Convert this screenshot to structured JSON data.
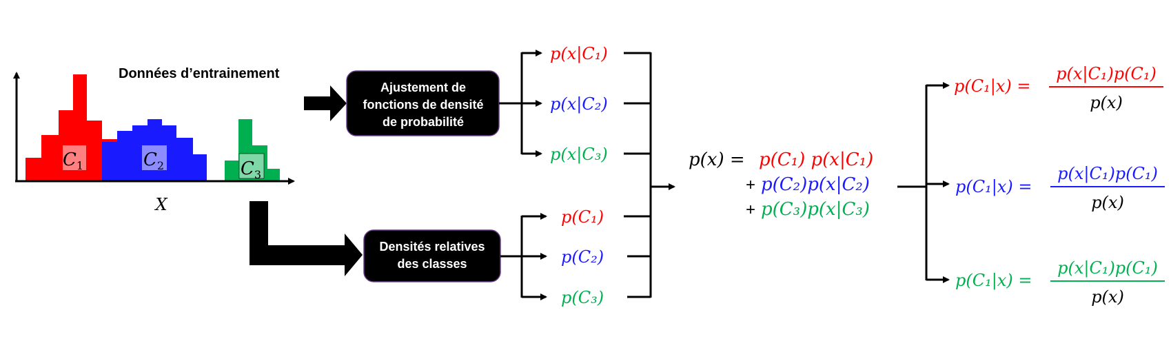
{
  "colors": {
    "red": "#ff0000",
    "blue": "#1a1aff",
    "green": "#00b050",
    "black": "#000000",
    "box": "#000000"
  },
  "histogram": {
    "title": "Données d’entrainement",
    "x_label": "X",
    "classes": [
      {
        "base": "C",
        "sub": "1",
        "color": "red"
      },
      {
        "base": "C",
        "sub": "2",
        "color": "blue"
      },
      {
        "base": "C",
        "sub": "3",
        "color": "green"
      }
    ]
  },
  "boxes": {
    "density_fit": [
      "Ajustement de",
      "fonctions de densité",
      "de probabilité"
    ],
    "class_density": [
      "Densités relatives",
      "des classes"
    ]
  },
  "likelihoods": [
    {
      "text": "p(x|C₁)",
      "color": "red"
    },
    {
      "text": "p(x|C₂)",
      "color": "blue"
    },
    {
      "text": "p(x|C₃)",
      "color": "green"
    }
  ],
  "priors": [
    {
      "text": "p(C₁)",
      "color": "red"
    },
    {
      "text": "p(C₂)",
      "color": "blue"
    },
    {
      "text": "p(C₃)",
      "color": "green"
    }
  ],
  "evidence": {
    "lhs": "p(x) =",
    "line1": "p(C₁) p(x|C₁)",
    "plus2": "+",
    "line2": "p(C₂)p(x|C₂)",
    "plus3": "+",
    "line3": "p(C₃)p(x|C₃)"
  },
  "posteriors": [
    {
      "lhs": "p(C₁|x) =",
      "num": "p(x|C₁)p(C₁)",
      "den": "p(x)",
      "color": "red"
    },
    {
      "lhs": "p(C₁|x) =",
      "num": "p(x|C₁)p(C₁)",
      "den": "p(x)",
      "color": "blue"
    },
    {
      "lhs": "p(C₁|x) =",
      "num": "p(x|C₁)p(C₁)",
      "den": "p(x)",
      "color": "green"
    }
  ]
}
